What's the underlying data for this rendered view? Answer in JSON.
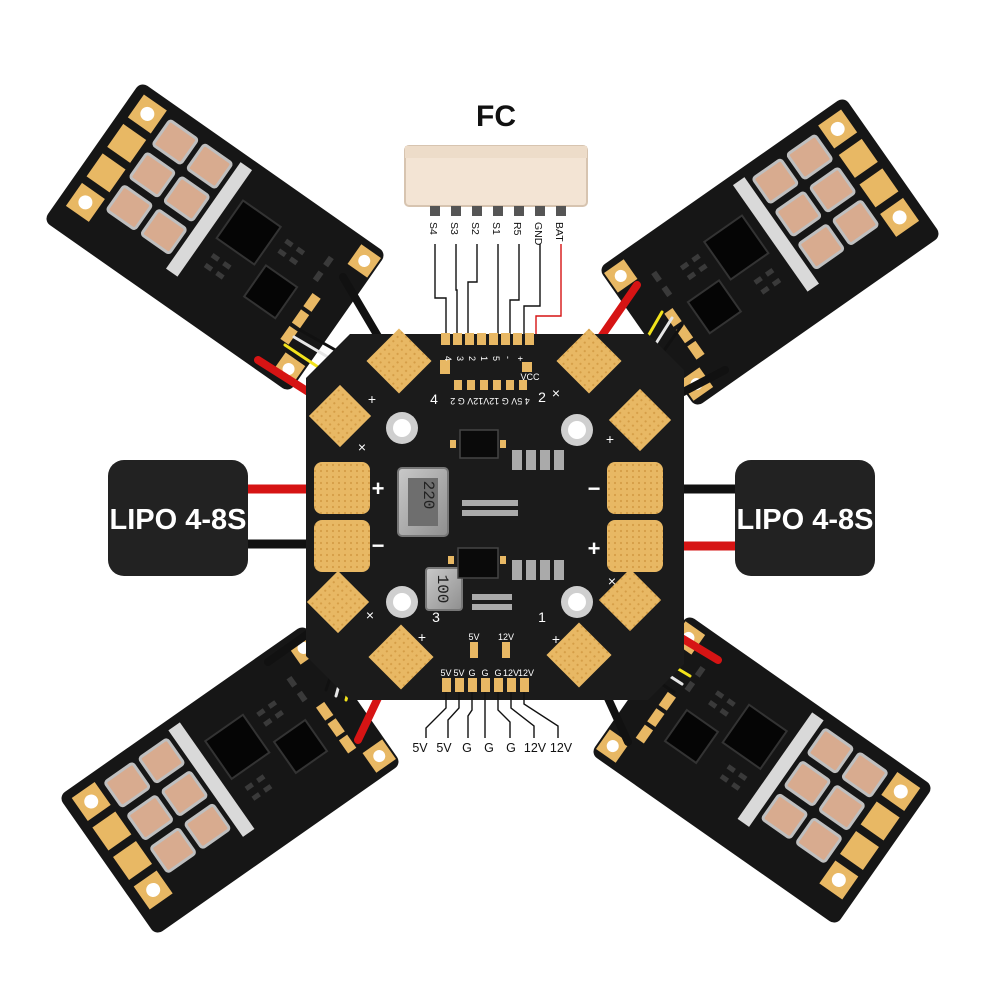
{
  "fc_title": "FC",
  "fc_connector_pins": [
    "S4",
    "S3",
    "S2",
    "S1",
    "R5",
    "GND",
    "BAT"
  ],
  "fc_pad_numbers": [
    "4",
    "3",
    "2",
    "1",
    "5",
    "-",
    "+"
  ],
  "vcc_label": "VCC",
  "lipo_left": "LIPO 4-8S",
  "lipo_right": "LIPO 4-8S",
  "output_labels": [
    "5V",
    "5V",
    "G",
    "G",
    "G",
    "12V",
    "12V"
  ],
  "board_silk": {
    "top_row": "4  5V  G  12V12V  G  2",
    "bottom_pads": [
      "5V",
      "5V",
      "G",
      "G",
      "G",
      "12V",
      "12V"
    ],
    "bottom_top_5v": "5V",
    "bottom_top_12v": "12V",
    "motor_numbers": [
      "4",
      "2",
      "3",
      "1"
    ],
    "plus": "+",
    "minus": "−",
    "cross": "×"
  },
  "inductors": [
    "220",
    "100"
  ],
  "colors": {
    "board": "#1b1b1b",
    "gold_pad": "#e8b864",
    "wire_red": "#d61414",
    "wire_black": "#111111",
    "wire_yellow": "#f2e21b",
    "wire_white": "#e6e6e6",
    "lipo_bg": "#222222",
    "esc_board": "#151515",
    "mosfet": "#d8ab8f"
  }
}
